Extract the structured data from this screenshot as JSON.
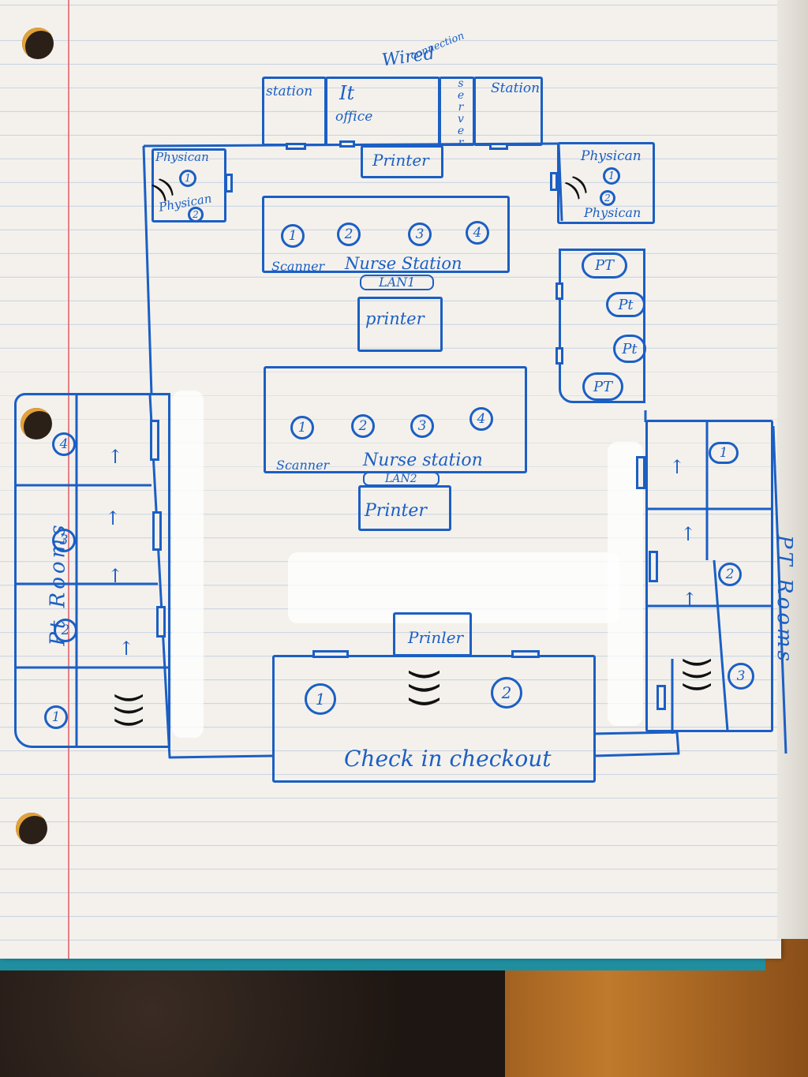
{
  "top_note": {
    "line1": "Wired",
    "line2": "connection"
  },
  "top_rooms": {
    "station_left": "station",
    "it_office": {
      "line1": "It",
      "line2": "office"
    },
    "server": "server",
    "station_right": "Station"
  },
  "physician_left": {
    "label1": "Physican",
    "num1": "1",
    "label2": "Physican",
    "num2": "2"
  },
  "physician_right": {
    "label1": "Physican",
    "num1": "1",
    "label2": "Physican",
    "num2": "2"
  },
  "printers": {
    "top": "Printer",
    "station1": "printer",
    "station2": "Printer",
    "checkin": "Prinler"
  },
  "nurse_station_1": {
    "computers": [
      "1",
      "2",
      "3",
      "4"
    ],
    "scanner": "Scanner",
    "label": "Nurse Station",
    "lan": "LAN1"
  },
  "nurse_station_2": {
    "computers": [
      "1",
      "2",
      "3",
      "4"
    ],
    "scanner": "Scanner",
    "label": "Nurse station",
    "lan": "LAN2"
  },
  "pt_cubicles": [
    "PT",
    "Pt",
    "Pt",
    "PT"
  ],
  "left_rooms": {
    "label": "Pt Rooms",
    "numbers": [
      "4",
      "3",
      "2",
      "1"
    ]
  },
  "right_rooms": {
    "label": "PT Rooms",
    "numbers": [
      "1",
      "2",
      "3"
    ]
  },
  "checkin": {
    "computers": [
      "1",
      "2"
    ],
    "label": "Check in checkout"
  },
  "colors": {
    "ink": "#1b5fc4",
    "paper": "#f4f1ec",
    "margin_line": "#e27f84"
  },
  "icons": [
    "wifi-icon",
    "arrow-up-icon",
    "door-icon"
  ]
}
